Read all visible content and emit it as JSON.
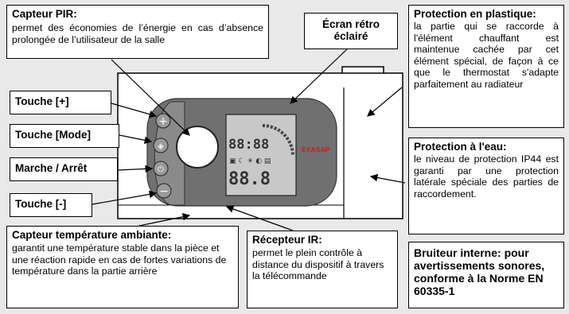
{
  "labels": {
    "capteur_pir": {
      "title": "Capteur PIR:",
      "text": "permet des économies de l’énergie en cas d’absence prolongée de l’utilisateur de la salle"
    },
    "ecran": {
      "title": "Écran rétro éclairé"
    },
    "protection_plastique": {
      "title": "Protection en plastique:",
      "text": "la partie qui se raccorde à l'élément chauffant est maintenue cachée par cet élément spécial, de façon à ce que le thermostat s'adapte parfaitement au radiateur"
    },
    "touche_plus": "Touche [+]",
    "touche_mode": "Touche [Mode]",
    "marche_arret": "Marche / Arrêt",
    "touche_moins": "Touche [-]",
    "protection_eau": {
      "title": "Protection à l'eau:",
      "text": "le niveau de protection IP44 est garanti par une protection latérale spéciale des parties de raccordement."
    },
    "capteur_temp": {
      "title": "Capteur température ambiante:",
      "text": "garantit une température stable dans la pièce et une réaction rapide en cas de fortes variations de température dans la partie arrière"
    },
    "recepteur_ir": {
      "title": "Récepteur IR:",
      "text": "permet le plein contrôle à distance du dispositif à travers la télécommande"
    },
    "bruiteur": {
      "title": "Bruiteur interne: pour avertissements sonores, conforme à la Norme EN 60335-1"
    }
  },
  "device": {
    "brand": "EXASAP",
    "display_top": "88:88",
    "display_bottom": "88.8"
  },
  "colors": {
    "body": "#ffffff",
    "panel": "#707070",
    "lcd": "#c8c8c8",
    "brand": "#d22020"
  }
}
